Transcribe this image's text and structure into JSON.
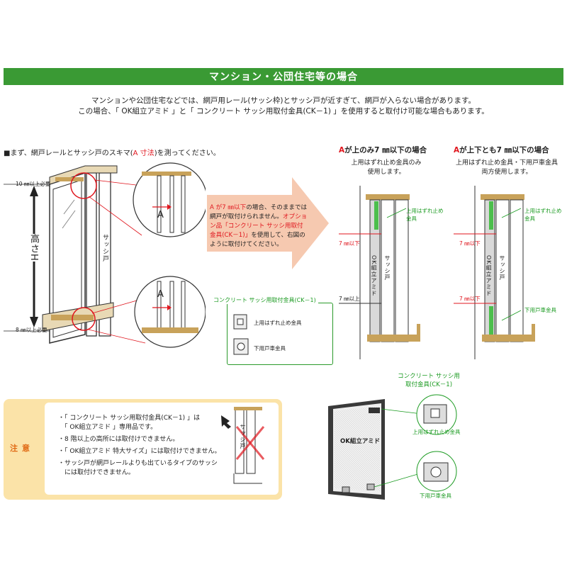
{
  "banner": {
    "title": "マンション・公団住宅等の場合"
  },
  "intro": {
    "line1": "マンションや公団住宅などでは、網戸用レール(サッシ枠)とサッシ戸が近すぎて、網戸が入らない場合があります。",
    "line2": "この場合、「 OK組立アミド 」と「 コンクリート サッシ用取付金具(CK－1) 」を使用すると取付け可能な場合もあります。"
  },
  "measure": {
    "label_pre": "■まず、網戸レールとサッシ戸のスキマ(",
    "label_a": "A 寸法",
    "label_post": ")を測ってください。"
  },
  "left_diagram": {
    "top_gap": "10 ㎜以上必要",
    "bottom_gap": "8 ㎜以上必要",
    "height": "高さH",
    "sash": "サッシ戸",
    "a": "A"
  },
  "arrow_text": {
    "l1a": "A が7 ㎜以下",
    "l1b": "の場合、そのままでは網戸が取付けられません。",
    "l2a": "オプション品「コンクリート サッシ用取付金具(CK－1)」",
    "l2b": "を使用して、右図のように取付けてください。"
  },
  "ck_box": {
    "title": "コンクリート サッシ用取付金具(CK－1)",
    "top_part": "上用はずれ止め金具",
    "bottom_part": "下用戸車金具"
  },
  "case1": {
    "head_a": "A",
    "head_rest": "が上のみ7 ㎜以下の場合",
    "sub1": "上用はずれ止め金具のみ",
    "sub2": "使用します。",
    "top_bracket": "上用はずれ止め金具",
    "dim_top": "7 ㎜以下",
    "dim_bottom": "7 ㎜以上",
    "okamido": "OK組立アミド",
    "sash": "サッシ戸"
  },
  "case2": {
    "head_a": "A",
    "head_rest": "が上下とも7 ㎜以下の場合",
    "sub1": "上用はずれ止め金具・下用戸車金具",
    "sub2": "両方使用します。",
    "top_bracket": "上用はずれ止め金具",
    "bottom_bracket": "下用戸車金具",
    "dim_top": "7 ㎜以下",
    "dim_bottom": "7 ㎜以下",
    "okamido": "OK組立アミド",
    "sash": "サッシ戸"
  },
  "bottom_right": {
    "title1": "コンクリート サッシ用",
    "title2": "取付金具(CK－1)",
    "screen": "OK組立アミド",
    "top_part": "上用はずれ止め金具",
    "bottom_part": "下用戸車金具"
  },
  "notice": {
    "label": "注意",
    "items": [
      "・「 コンクリート サッシ用取付金具(CK－1) 」は",
      "　「 OK組立アミド 」専用品です。",
      "・8 階以上の高所には取付けできません。",
      "・「 OK組立アミド  特大サイズ」には取付けできません。",
      "・サッシ戸が網戸レールよりも出ているタイプのサッシ",
      "　には取付けできません。"
    ],
    "sash": "サッシ戸"
  },
  "colors": {
    "green": "#3a9a34",
    "red": "#e0161e",
    "peach": "#f6c9b0",
    "notice_bg": "#fbe3a8",
    "rail": "#c8a25a"
  }
}
